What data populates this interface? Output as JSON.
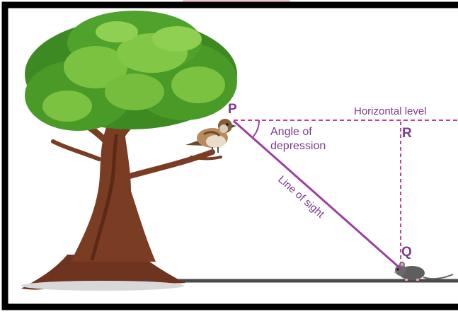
{
  "labels": {
    "point_p": "P",
    "point_q": "Q",
    "point_r": "R",
    "horizontal_level": "Horizontal level",
    "angle_line1": "Angle of",
    "angle_line2": "depression",
    "line_of_sight": "Line of sight"
  },
  "colors": {
    "label": "#7b3c8c",
    "line": "#9b3fa0",
    "dashed": "#cc3d92",
    "frame": "#000000",
    "ground": "#5a5a5a",
    "top_tab": "#f3c6cc"
  }
}
